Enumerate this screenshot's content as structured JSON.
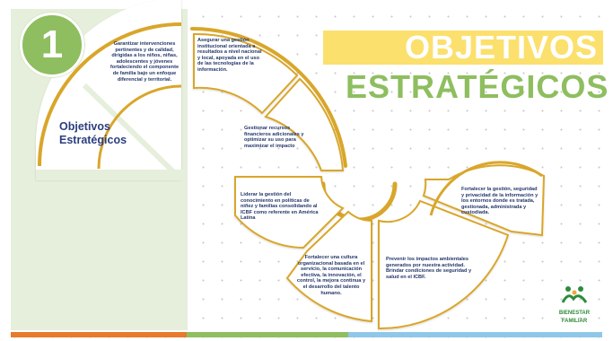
{
  "slide": {
    "number": "1",
    "left_title_line1": "Objetivos",
    "left_title_line2": "Estratégicos",
    "title_line1": "OBJETIVOS",
    "title_line2": "ESTRATÉGICOS",
    "logo_line1": "BIENESTAR",
    "logo_line2": "FAMILIAR"
  },
  "segments": {
    "garantizar": "Garantizar intervenciones pertinentes y de calidad, dirigidas a los niños, niñas, adolescentes y jóvenes fortaleciendo el componente de familia bajo un enfoque diferencial y territorial.",
    "gestion": "Asegurar una gestión institucional orientada a resultados a nivel nacional y local, apoyada en el uso de las tecnologías de la información.",
    "recursos": "Gestionar recursos financieros adicionales y optimizar su uso para maximizar el impacto",
    "conocimiento": "Liderar la gestión del conocimiento en políticas de niñez y familias consolidando al ICBF como referente en América Latina",
    "cultura": "Fortalecer una cultura organizacional basada en el servicio, la comunicación efectiva, la innovación, el control, la mejora continua y el desarrollo del talento humano.",
    "seguridad": "Fortalecer la gestión, seguridad y privacidad de la información y los entornos donde es tratada, gestionada, administrada y custodiada.",
    "riesgos": "Prevenir los impactos ambientales generados por nuestra actividad. Brindar condiciones de seguridad y salud en el ICBF."
  },
  "colors": {
    "green": "#8ebe5f",
    "gold": "#d9a62a",
    "yellow": "#fbe06d",
    "navy": "#24376b",
    "orange": "#e87a2c",
    "blue": "#8fc7e9"
  }
}
